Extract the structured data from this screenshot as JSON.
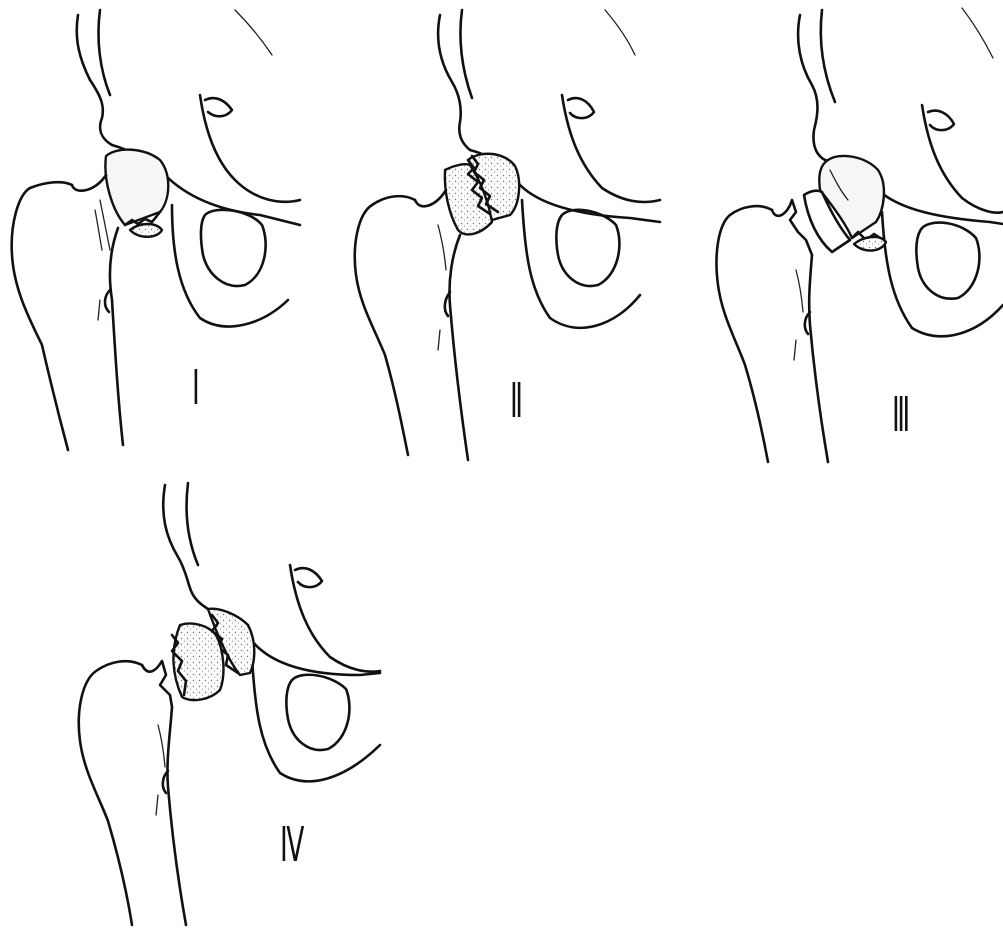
{
  "figure": {
    "panels": [
      {
        "id": "I",
        "label": "Ⅰ"
      },
      {
        "id": "II",
        "label": "Ⅱ"
      },
      {
        "id": "III",
        "label": "Ⅲ"
      },
      {
        "id": "IV",
        "label": "Ⅳ"
      }
    ]
  },
  "colors": {
    "ink": "#111111",
    "background": "#ffffff"
  }
}
